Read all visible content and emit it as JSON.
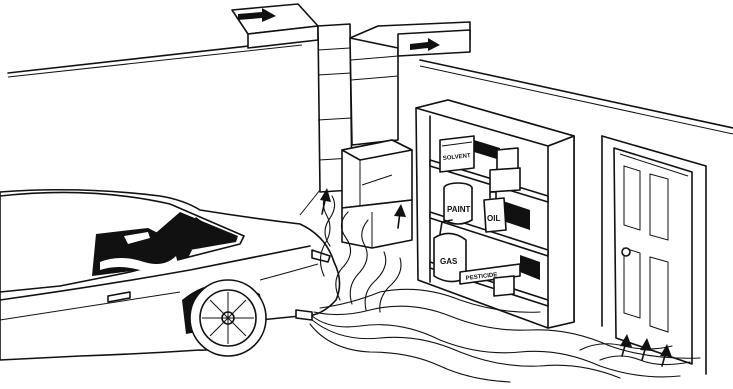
{
  "figure": {
    "labels": {
      "solvent": "SOLVENT",
      "paint": "PAINT",
      "oil": "OIL",
      "gas": "GAS",
      "pesticide": "PESTICIDE"
    }
  }
}
